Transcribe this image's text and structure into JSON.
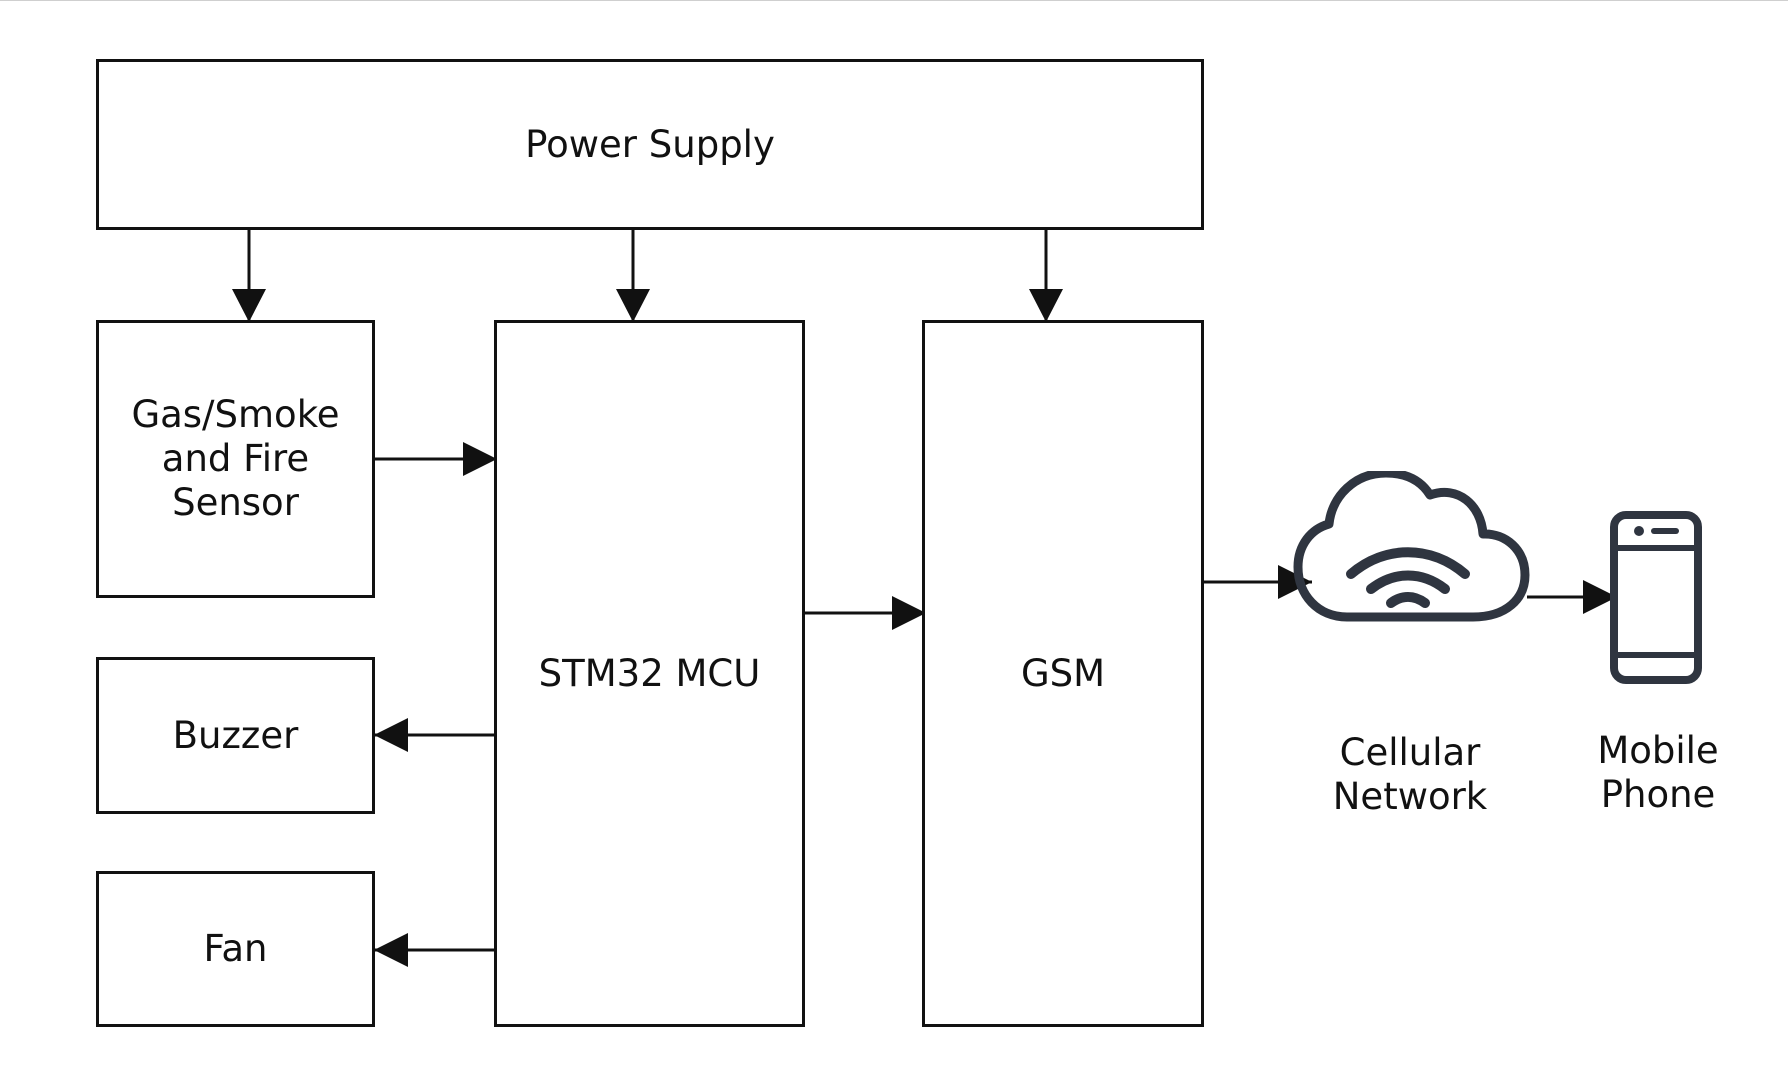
{
  "blocks": {
    "power_supply": "Power Supply",
    "sensor": "Gas/Smoke\nand Fire\nSensor",
    "buzzer": "Buzzer",
    "fan": "Fan",
    "mcu": "STM32 MCU",
    "gsm": "GSM"
  },
  "icons": {
    "cloud": "cloud-icon",
    "phone": "mobile-phone-icon"
  },
  "icon_labels": {
    "cellular_network": "Cellular\nNetwork",
    "mobile_phone": "Mobile\nPhone"
  },
  "colors": {
    "stroke": "#111111",
    "icon": "#2f3540",
    "background": "#ffffff"
  }
}
